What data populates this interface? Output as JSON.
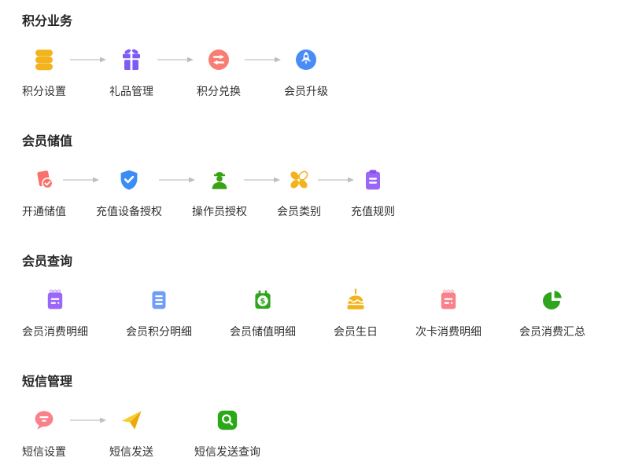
{
  "page": {
    "background": "#ffffff",
    "title_color": "#262626",
    "label_color": "#303133",
    "arrow_color": "#c2c2c6"
  },
  "sections": [
    {
      "title": "积分业务",
      "connector": "arrows",
      "items": [
        {
          "label": "积分设置",
          "icon": "coins-icon",
          "color": "#F2B31C"
        },
        {
          "label": "礼品管理",
          "icon": "gift-icon",
          "color": "#7E5BF5"
        },
        {
          "label": "积分兑换",
          "icon": "swap-arrows-icon",
          "color": "#F87D72"
        },
        {
          "label": "会员升级",
          "icon": "rocket-icon",
          "color": "#4A8CF5"
        }
      ]
    },
    {
      "title": "会员储值",
      "connector": "arrows",
      "items": [
        {
          "label": "开通储值",
          "icon": "card-check-icon",
          "color": "#F8726B"
        },
        {
          "label": "充值设备授权",
          "icon": "shield-check-icon",
          "color": "#3C8CF7"
        },
        {
          "label": "操作员授权",
          "icon": "operator-icon",
          "color": "#3AA315"
        },
        {
          "label": "会员类别",
          "icon": "clover-icon",
          "color": "#F2B31C"
        },
        {
          "label": "充值规则",
          "icon": "clipboard-icon",
          "color": "#9B67F9"
        }
      ]
    },
    {
      "title": "会员查询",
      "connector": "none",
      "items": [
        {
          "label": "会员消费明细",
          "icon": "notepad-icon",
          "color": "#9B67F9"
        },
        {
          "label": "会员积分明细",
          "icon": "document-icon",
          "color": "#6F9DF8"
        },
        {
          "label": "会员储值明细",
          "icon": "dollar-bag-icon",
          "color": "#2FA51D"
        },
        {
          "label": "会员生日",
          "icon": "birthday-cake-icon",
          "color": "#F2B31C"
        },
        {
          "label": "次卡消费明细",
          "icon": "notepad-icon",
          "color": "#F9818B"
        },
        {
          "label": "会员消费汇总",
          "icon": "pie-chart-icon",
          "color": "#2FA51D"
        }
      ]
    },
    {
      "title": "短信管理",
      "connector": "partial",
      "items": [
        {
          "label": "短信设置",
          "icon": "chat-bubble-icon",
          "color": "#F9818B",
          "arrow_to_next": true
        },
        {
          "label": "短信发送",
          "icon": "paper-plane-icon",
          "color": "#F6C51E",
          "arrow_to_next": false
        },
        {
          "label": "短信发送查询",
          "icon": "search-icon",
          "color": "#2BA818"
        }
      ]
    }
  ]
}
